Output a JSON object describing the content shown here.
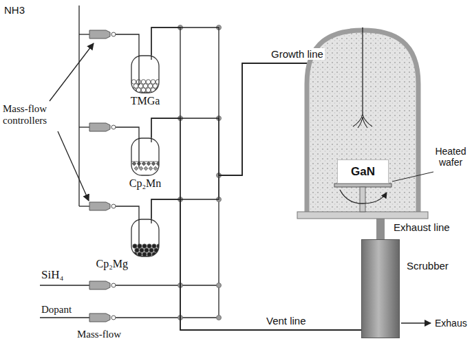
{
  "diagram": {
    "nodes": [
      {
        "text": [
          "TMGa"
        ]
      },
      {
        "text": [
          "Cp₂Mn"
        ]
      },
      {
        "text": [
          "Cp₂Mg"
        ]
      },
      {
        "text": []
      },
      {
        "text": [
          "GaN"
        ],
        "in": 3
      },
      {
        "text": [
          "Scrubber"
        ]
      }
    ],
    "edges": [
      {
        "from": 0,
        "to": 3,
        "arrow": "none",
        "label": "Growth line"
      },
      {
        "from": 1,
        "to": 3,
        "arrow": "none"
      },
      {
        "from": 2,
        "to": 3,
        "arrow": "none"
      },
      {
        "from": 0,
        "to": 5,
        "arrow": "none",
        "label": "Vent line"
      },
      {
        "from": 1,
        "to": 5,
        "arrow": "none"
      },
      {
        "from": 2,
        "to": 5,
        "arrow": "none"
      },
      {
        "from": 3,
        "to": 5,
        "arrow": "none",
        "label": "Exhaust line"
      }
    ],
    "labels": [
      "NH3",
      "Mass-flow controllers",
      "SiH₄",
      "Dopant",
      "Mass-flow",
      "Heated wafer",
      "Exhaus"
    ]
  }
}
